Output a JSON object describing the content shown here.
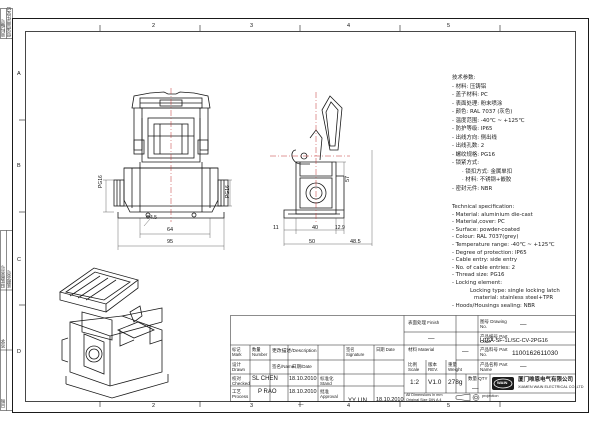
{
  "border_numbers": {
    "top": [
      "2",
      "3",
      "4",
      "5"
    ],
    "left": [
      "A",
      "B",
      "C",
      "D"
    ],
    "bottom": [
      "2",
      "3",
      "4",
      "5"
    ]
  },
  "side_strip": [
    "资料编号",
    "借(通)用件登记",
    "旧底图总号",
    "底图总号",
    "签字",
    "日期"
  ],
  "dimensions": {
    "front_ptg": "PG16",
    "front_dia": "Φ4.5",
    "front_64": "64",
    "front_95": "95",
    "side_57": "57",
    "side_11": "11",
    "side_40": "40",
    "side_129": "12.9",
    "side_50": "50",
    "side_485": "48.5"
  },
  "spec_cn": {
    "title": "技术参数:",
    "lines": [
      "- 材料: 压铸铝",
      "- 盖子材料: PC",
      "- 表面处理: 粉末喷涂",
      "- 颜色: RAL 7037 (灰色)",
      "- 温度范围: -40℃ ~ +125℃",
      "- 防护等级: IP65",
      "- 出线方向: 侧出线",
      "- 出线孔数: 2",
      "- 螺纹规格: PG16",
      "- 锁紧方式:",
      "· 锁扣方式: 金属单扣",
      "· 材料: 不锈钢+嵌胶",
      "- 密封元件: NBR"
    ]
  },
  "spec_en": {
    "title": "Technical specification:",
    "lines": [
      "- Material: aluminium die-cast",
      "- Material,cover: PC",
      "- Surface: powder-coated",
      "- Colour: RAL 7037(grey)",
      "- Temperature range: -40℃ ~ +125℃",
      "- Degree of protection: IP65",
      "- Cable entry: side entry",
      "- No. of cable entries: 2",
      "- Thread size: PG16",
      "- Locking element:",
      "Locking type: single locking latch",
      "material: stainless steel+TPR",
      "- Hoods/Housings sealing: NBR"
    ]
  },
  "title_block": {
    "finish_label": "表面处理 Finish",
    "finish_value": "—",
    "material_label": "材料 Material",
    "material_value": "—",
    "drawing_no_label": "图号 Drawing No.",
    "drawing_no_value": "—",
    "part_code_label": "产品编号 Part Code",
    "part_code_value": "H16A-SF-1L/SC-CV-2PG16",
    "part_no_label": "产品料号 Part No.",
    "part_no_value": "1100162611030",
    "part_name_label": "产品名称 Part Name",
    "part_name_value": "—",
    "scale_label": "比例 Scale",
    "scale_value": "1:2",
    "rev_label": "版本 REV.",
    "rev_value": "V1.0",
    "weight_label": "重量 Weight",
    "weight_value": "278g",
    "qty_label": "数量 QTY",
    "qty_value": "—",
    "mark_label": "标记 Mark",
    "number_label": "数量 Number",
    "desc_label": "更改描述/Description",
    "sign_label": "签名 Signature",
    "date_label": "日期 Date",
    "drawn_label": "设计 Drawn",
    "drawn_name": "SL CHEN",
    "drawn_date": "18.10.2010",
    "checked_label": "校对 Checked",
    "checked_name": "P RAO",
    "checked_date": "18.10.2010",
    "process_label": "工艺 Process",
    "process_name": "—",
    "name_label": "签名/Name",
    "date2_label": "日期/Date",
    "stand_label": "标准化 Stand",
    "approval_label": "批准 Approval",
    "approval_name": "YY LIN",
    "approval_date": "18.10.2010",
    "dims_note_1": "All Dimensions in mm",
    "dims_note_2": "Original Size DIN A 4",
    "projection_label": "projection",
    "logo_text": "WAIN",
    "company_cn": "厦门唯恩电气有限公司",
    "company_en": "XIAMEN WAIN ELECTRICAL CO.,LTD"
  },
  "colors": {
    "line": "#1a1a1a",
    "thin": "#444444",
    "center": "#c03030",
    "logo_bg": "#1c1c1c"
  }
}
